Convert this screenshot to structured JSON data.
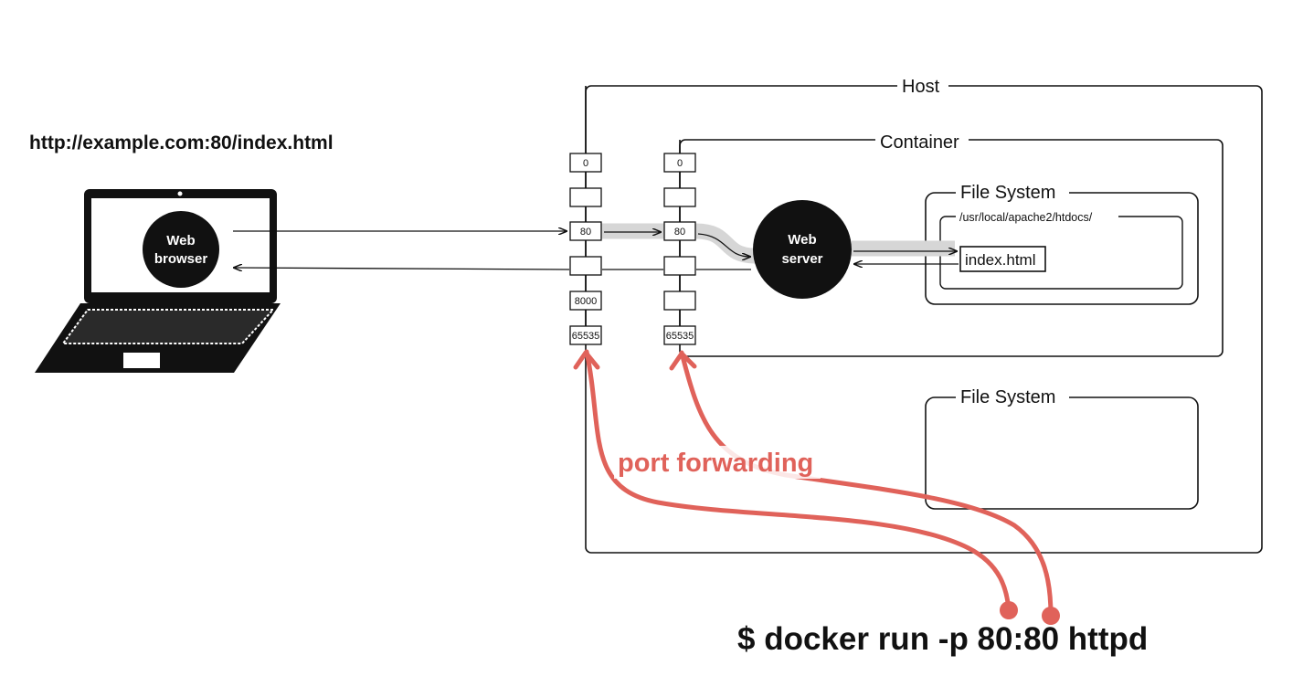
{
  "url": "http://example.com:80/index.html",
  "browser": {
    "line1": "Web",
    "line2": "browser"
  },
  "server": {
    "line1": "Web",
    "line2": "server"
  },
  "host": {
    "label": "Host"
  },
  "container": {
    "label": "Container"
  },
  "container_fs": {
    "label": "File System",
    "path": "/usr/local/apache2/htdocs/",
    "file": "index.html"
  },
  "host_fs": {
    "label": "File System"
  },
  "host_ports": {
    "p0": "0",
    "p80": "80",
    "p8000": "8000",
    "p65535": "65535"
  },
  "container_ports": {
    "p0": "0",
    "p80": "80",
    "p65535": "65535"
  },
  "port_forwarding": "port forwarding",
  "command": "$ docker run -p 80:80 httpd",
  "colors": {
    "accent": "#e0625a",
    "ink": "#111111",
    "highlight": "#d8d8d8"
  },
  "icons": {
    "laptop": "laptop-icon"
  }
}
